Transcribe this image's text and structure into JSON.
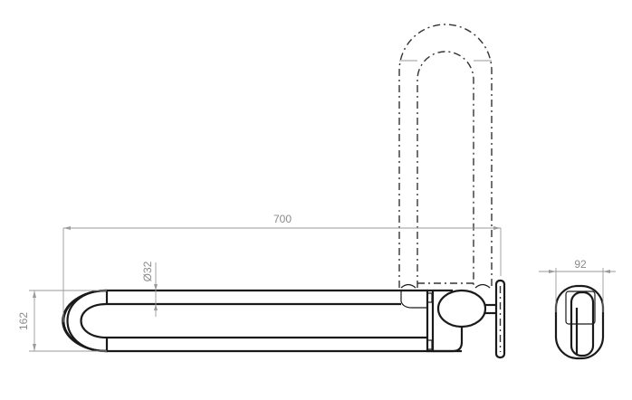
{
  "drawing": {
    "title": "Fold-up grab bar technical drawing",
    "views": [
      "side-elevation",
      "end-view"
    ],
    "colors": {
      "line": "#1a1a1a",
      "dimension": "#9a9a9a",
      "background": "#ffffff"
    }
  },
  "dimensions": {
    "length": "700",
    "tube_diameter": "Ø32",
    "height": "162",
    "end_width": "92"
  }
}
